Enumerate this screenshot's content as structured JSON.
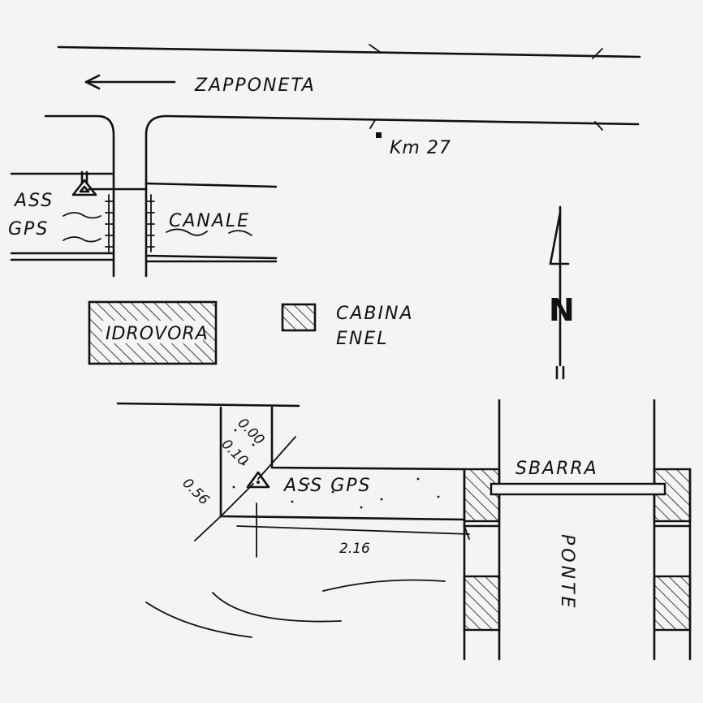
{
  "labels": {
    "zapponeta": "ZAPPONETA",
    "km": "Km 27",
    "ass_gps_top": "ASS",
    "gps_top": "GPS",
    "canale": "CANALE",
    "idrovora": "IDROVORA",
    "cabina": "CABINA",
    "enel": "ENEL",
    "north": "N",
    "ass_gps_bottom": "ASS GPS",
    "sbarra": "SBARRA",
    "ponte": "PONTE"
  },
  "dimensions": {
    "d1": "0.00",
    "d2": "0.10",
    "d3": "0.56",
    "d4": "2.16"
  },
  "colors": {
    "ink": "#111111",
    "paper": "#f4f4f4"
  }
}
